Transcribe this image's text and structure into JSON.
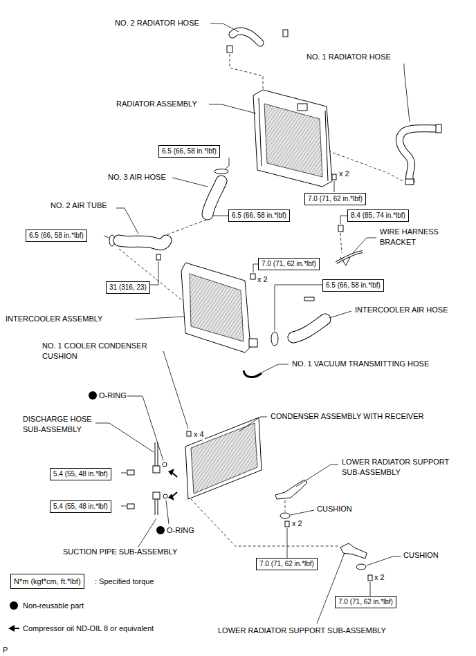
{
  "diagram": {
    "nodes": [
      {
        "text": [
          "6.5 (66, 58 in.*lbf)"
        ]
      },
      {
        "text": [
          "7.0 (71, 62 in.*lbf)"
        ]
      },
      {
        "text": [
          "6.5 (66, 58 in.*lbf)"
        ]
      },
      {
        "text": [
          "8.4 (85, 74 in.*lbf)"
        ]
      },
      {
        "text": [
          "6.5 (66, 58 in.*lbf)"
        ]
      },
      {
        "text": [
          "31 (316, 23)"
        ]
      },
      {
        "text": [
          "7.0 (71, 62 in.*lbf)"
        ]
      },
      {
        "text": [
          "6.5 (66, 58 in.*lbf)"
        ]
      },
      {
        "text": [
          "5.4 (55, 48 in.*lbf)"
        ]
      },
      {
        "text": [
          "5.4 (55, 48 in.*lbf)"
        ]
      },
      {
        "text": [
          "7.0 (71, 62 in.*lbf)"
        ]
      },
      {
        "text": [
          "7.0 (71, 62 in.*lbf)"
        ]
      },
      {
        "text": [
          "N*m (kgf*cm, ft.*lbf)"
        ]
      }
    ],
    "labels": [
      "NO. 2 RADIATOR HOSE",
      "NO. 1 RADIATOR HOSE",
      "RADIATOR ASSEMBLY",
      "x 2",
      "NO. 3 AIR HOSE",
      "NO. 2 AIR TUBE",
      "WIRE HARNESS BRACKET",
      "x 2",
      "INTERCOOLER AIR HOSE",
      "INTERCOOLER ASSEMBLY",
      "NO. 1 COOLER CONDENSER CUSHION",
      "NO. 1 VACUUM TRANSMITTING HOSE",
      "O-RING",
      "x 4",
      "CONDENSER ASSEMBLY WITH RECEIVER",
      "DISCHARGE HOSE SUB-ASSEMBLY",
      "LOWER RADIATOR SUPPORT SUB-ASSEMBLY",
      "CUSHION",
      "x 2",
      "O-RING",
      "SUCTION PIPE SUB-ASSEMBLY",
      "CUSHION",
      "x 2",
      "LOWER RADIATOR SUPPORT SUB-ASSEMBLY",
      "P"
    ],
    "legend": [
      {
        "text": ": Specified torque"
      },
      {
        "text": "Non-reusable part"
      },
      {
        "text": "Compressor oil ND-OIL 8 or equivalent"
      }
    ]
  }
}
